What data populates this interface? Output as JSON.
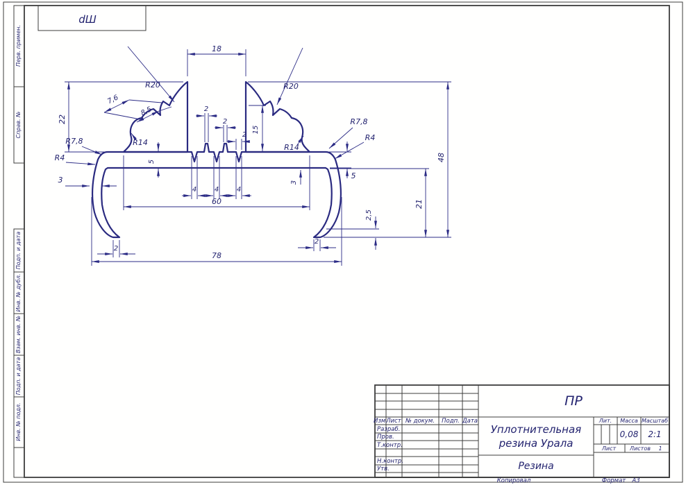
{
  "sheet": {
    "corner_stamp": "dШ",
    "footer_copy": "Копировал",
    "footer_format_label": "Формат",
    "footer_format_value": "А3"
  },
  "margin": {
    "perv_primen": "Перв. примен.",
    "sprav_no": "Справ. №",
    "podp_data_1": "Подп. и дата",
    "inv_dubl": "Инв. № дубл.",
    "vzam_inv": "Взам. инв. №",
    "podp_data_2": "Подп. и дата",
    "inv_podl": "Инв. № подл."
  },
  "dims": {
    "d18": "18",
    "r20_l": "R20",
    "r20_r": "R20",
    "d76": "7,6",
    "d85": "8,5",
    "d22": "22",
    "d2_1": "2",
    "d2_2": "2",
    "d2_3": "2",
    "d15": "15",
    "r78_l": "R7,8",
    "r14_l": "R14",
    "r4_l": "R4",
    "r78_r": "R7,8",
    "r14_r": "R14",
    "r4_r": "R4",
    "d5_l": "5",
    "d5_r": "5",
    "d3_l": "3",
    "d3_r": "3",
    "d4_1": "4",
    "d4_2": "4",
    "d4_3": "4",
    "d60": "60",
    "d78": "78",
    "d2_foot_l": "2",
    "d2_foot_r": "2",
    "d25": "2,5",
    "d21": "21",
    "d48": "48"
  },
  "title_block": {
    "designation": "ПР",
    "title_line1": "Уплотнительная",
    "title_line2": "резина Урала",
    "material": "Резина",
    "col_izm": "Изм.",
    "col_list": "Лист",
    "col_dokum": "№ докум.",
    "col_podp": "Подп.",
    "col_data": "Дата",
    "row_razrab": "Разраб.",
    "row_prov": "Пров.",
    "row_tkontr": "Т.контр.",
    "row_nkontr": "Н.контр.",
    "row_utv": "Утв.",
    "lit_label": "Лит.",
    "massa_label": "Масса",
    "masshtab_label": "Масштаб",
    "massa_value": "0,08",
    "masshtab_value": "2:1",
    "list_label": "Лист",
    "listov_label": "Листов",
    "listov_value": "1"
  }
}
